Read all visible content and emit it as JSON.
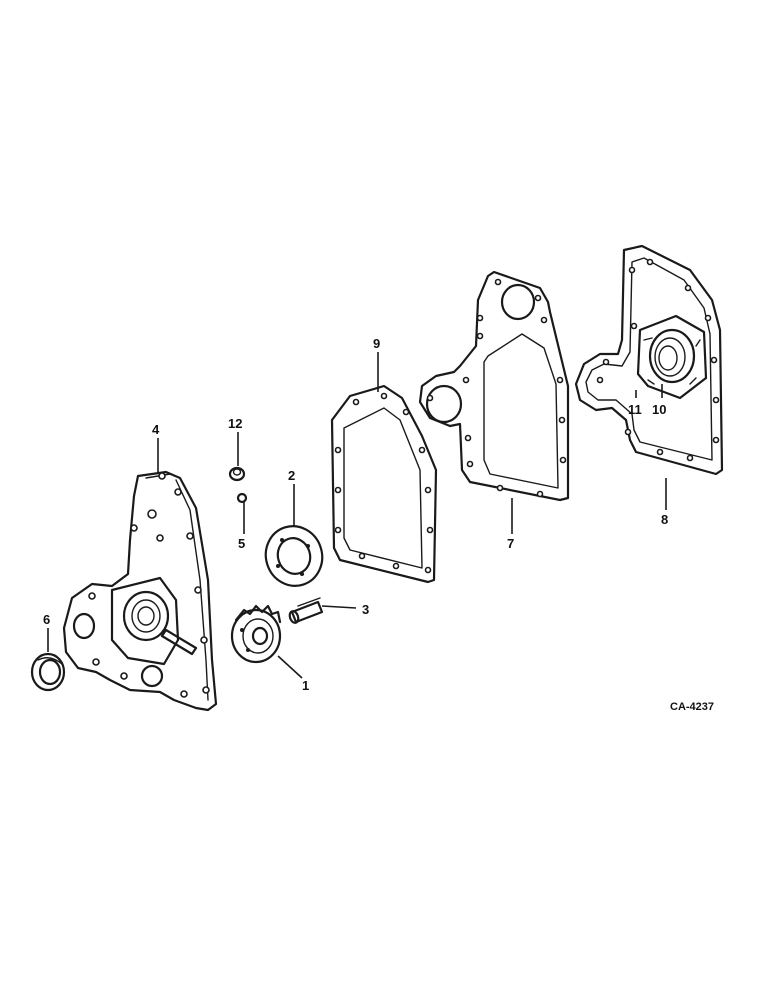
{
  "figure_code": "CA-4237",
  "callouts": {
    "c1": "1",
    "c2": "2",
    "c3": "3",
    "c4": "4",
    "c5": "5",
    "c6": "6",
    "c7": "7",
    "c8": "8",
    "c9": "9",
    "c10": "10",
    "c11": "11",
    "c12": "12"
  }
}
